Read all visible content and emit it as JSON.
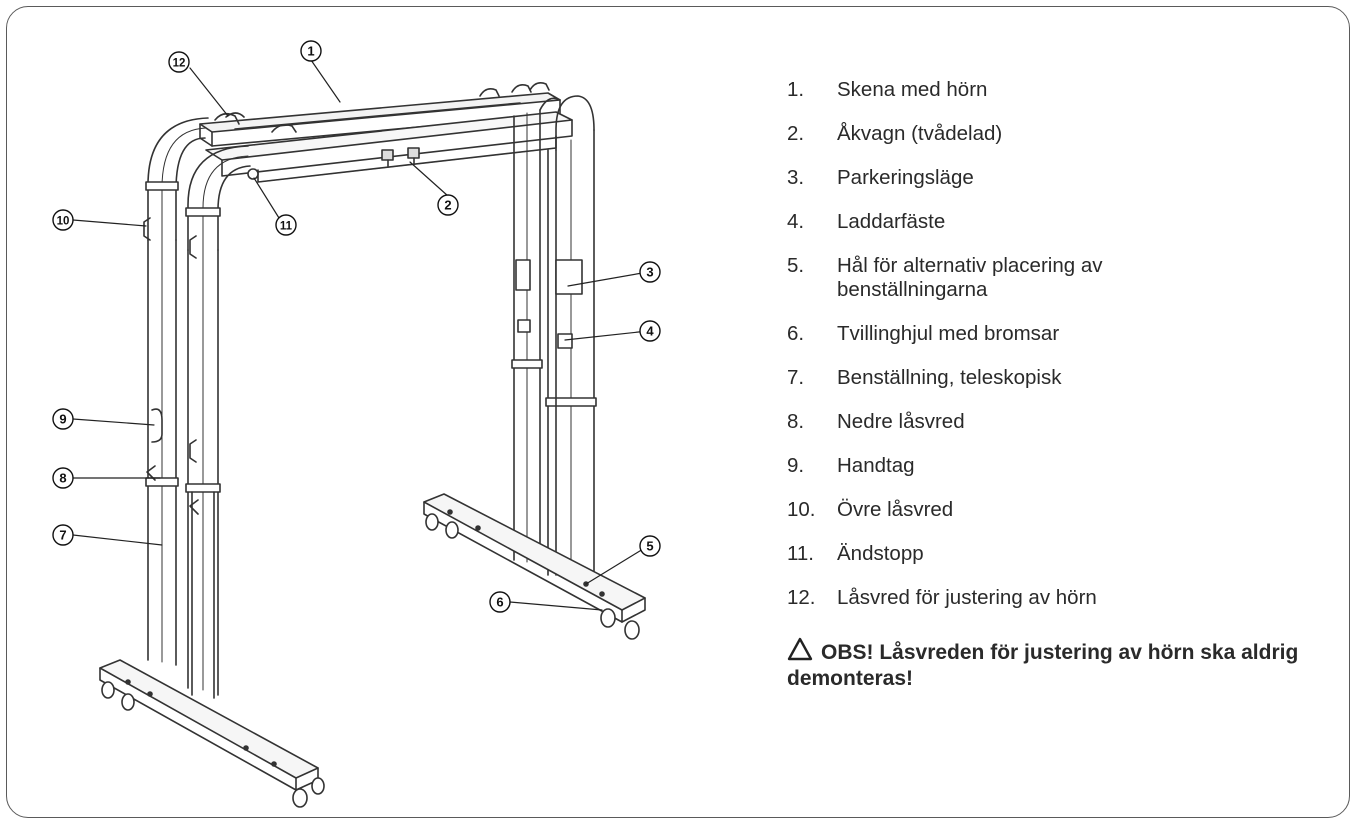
{
  "callouts": [
    "1",
    "2",
    "3",
    "4",
    "5",
    "6",
    "7",
    "8",
    "9",
    "10",
    "11",
    "12"
  ],
  "legend": [
    {
      "num": "1.",
      "text": "Skena med hörn"
    },
    {
      "num": "2.",
      "text": "Åkvagn (tvådelad)"
    },
    {
      "num": "3.",
      "text": "Parkeringsläge"
    },
    {
      "num": "4.",
      "text": "Laddarfäste"
    },
    {
      "num": "5.",
      "text": "Hål för alternativ placering av benställningarna"
    },
    {
      "num": "6.",
      "text": "Tvillinghjul med bromsar"
    },
    {
      "num": "7.",
      "text": "Benställning, teleskopisk"
    },
    {
      "num": "8.",
      "text": "Nedre låsvred"
    },
    {
      "num": "9.",
      "text": "Handtag"
    },
    {
      "num": "10.",
      "text": "Övre låsvred"
    },
    {
      "num": "11.",
      "text": "Ändstopp"
    },
    {
      "num": "12.",
      "text": "Låsvred för justering av hörn"
    }
  ],
  "note": {
    "icon": "warning-triangle-icon",
    "text": "OBS! Låsvreden för justering av hörn ska aldrig demonteras!"
  }
}
